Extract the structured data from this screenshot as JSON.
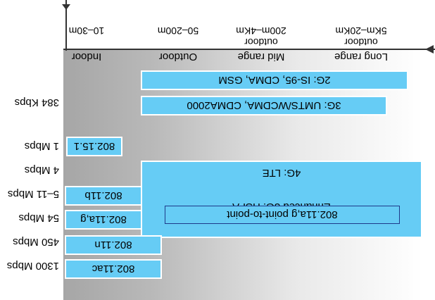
{
  "columns": [
    {
      "name": "Indoor",
      "range_line1": "",
      "range_line2": "10–30m"
    },
    {
      "name": "Outdoor",
      "range_line1": "",
      "range_line2": "50–200m"
    },
    {
      "name": "Mid range",
      "range_line1": "outdoor",
      "range_line2": "200m–4Km"
    },
    {
      "name": "Long range",
      "range_line1": "outdoor",
      "range_line2": "5Km–20Km"
    }
  ],
  "rows": [
    "384 Kbps",
    "1 Mbps",
    "4 Mbps",
    "5–11 Mbps",
    "54 Mbps",
    "450 Mbps",
    "1300 Mbps"
  ],
  "technologies": {
    "g2": "2G: IS-95, CDMA, GSM",
    "g3": "3G: UMTS/WCDMA, CDMA2000",
    "wpan": "802.15.1",
    "hspa": "Enhanced 3G: HSPA",
    "b": "802.11b",
    "ag": "802.11a,g",
    "p2p": "802.11a,g point-to-point",
    "lte": "4G: LTE",
    "n": "802.11n",
    "ac": "802.11ac"
  }
}
